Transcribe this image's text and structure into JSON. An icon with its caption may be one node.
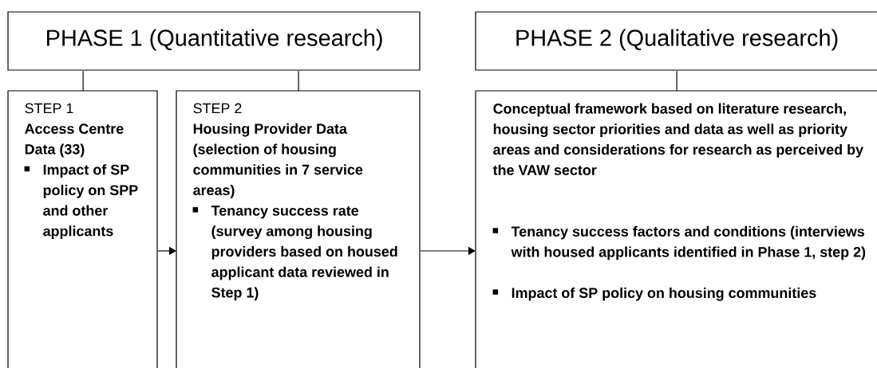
{
  "diagram": {
    "nodes": [
      {
        "text": [
          "PHASE 1 (Quantitative research)"
        ]
      },
      {
        "text": [
          "STEP 1",
          "Access Centre Data (33)",
          "Impact of SP policy on SPP and other applicants"
        ]
      },
      {
        "text": [
          "STEP 2",
          "Housing Provider Data (selection of housing communities in 7 service areas)",
          "Tenancy success rate (survey among housing providers based on housed applicant data reviewed in Step 1)"
        ]
      },
      {
        "text": [
          "PHASE 2 (Qualitative research)"
        ]
      },
      {
        "text": [
          "Conceptual framework based on literature research, housing sector priorities and data as well as priority areas and considerations for research as perceived by the VAW sector",
          "Tenancy success factors and conditions (interviews with housed applicants identified in Phase 1, step 2)",
          "Impact of SP policy on housing communities"
        ]
      }
    ],
    "edges": [
      {
        "from": 0,
        "to": 1,
        "arrow": "none"
      },
      {
        "from": 0,
        "to": 2,
        "arrow": "none"
      },
      {
        "from": 3,
        "to": 4,
        "arrow": "none"
      },
      {
        "from": 1,
        "to": 2,
        "arrow": "to"
      },
      {
        "from": 2,
        "to": 4,
        "arrow": "to"
      }
    ]
  }
}
